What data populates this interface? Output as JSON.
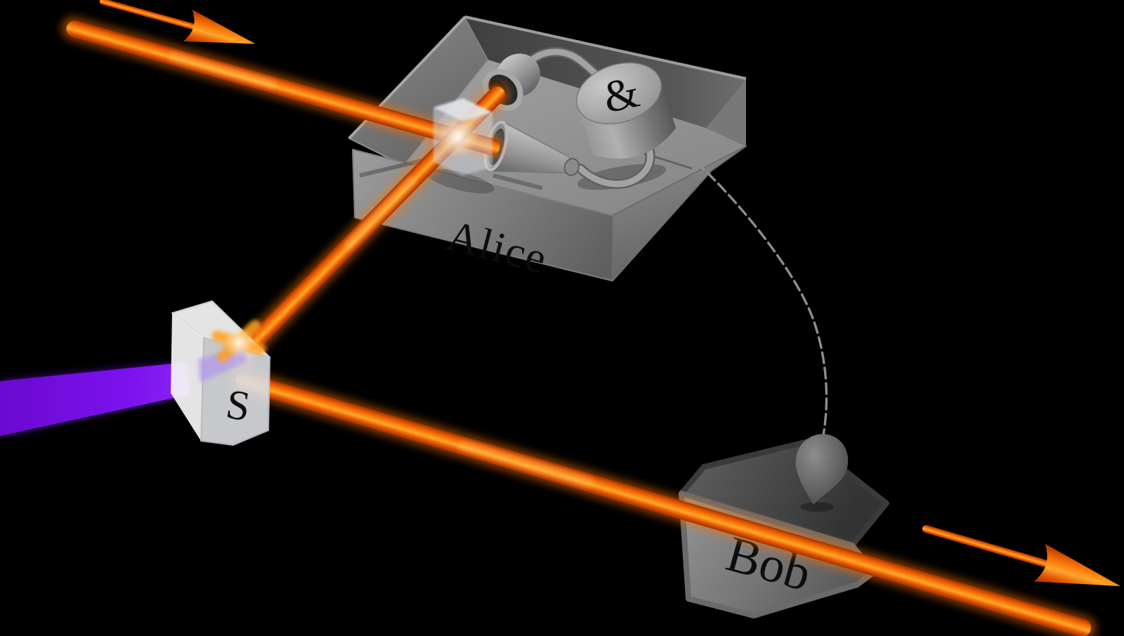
{
  "figure": {
    "kind": "quantum-optics-3d-diagram",
    "labels": {
      "alice_station": "Alice",
      "bob_station": "Bob",
      "source_crystal": "S",
      "coincidence_unit": "&"
    },
    "colors": {
      "background": "#000000",
      "photon_beam_orange": "#ff8d12",
      "photon_beam_edge": "#a83400",
      "pump_beam_purple": "#7c12ef",
      "hardware_gray": "#919191",
      "platform_wall_dark": "#4a4a4a",
      "classical_channel_gray": "#8d8d8d",
      "label_text": "#0d0d0d",
      "crystal_white": "#f0f2f4"
    },
    "components": [
      {
        "name": "input-photon-arrow",
        "kind": "direction-arrow"
      },
      {
        "name": "photon-beam-upper",
        "kind": "photon-beam"
      },
      {
        "name": "alice-platform",
        "kind": "analysis-station"
      },
      {
        "name": "beam-splitter-cube",
        "kind": "optical-element"
      },
      {
        "name": "detector-top",
        "kind": "photon-detector"
      },
      {
        "name": "detector-right",
        "kind": "photon-detector"
      },
      {
        "name": "coincidence-unit",
        "kind": "coincidence-electronics"
      },
      {
        "name": "classical-channel",
        "kind": "dashed-cable-arrow"
      },
      {
        "name": "source-crystal",
        "kind": "nonlinear-crystal"
      },
      {
        "name": "pump-beam",
        "kind": "pump-laser-beam"
      },
      {
        "name": "photon-beam-lower",
        "kind": "photon-beam"
      },
      {
        "name": "bob-station",
        "kind": "analysis-station"
      },
      {
        "name": "output-photon-arrow",
        "kind": "direction-arrow"
      }
    ]
  }
}
